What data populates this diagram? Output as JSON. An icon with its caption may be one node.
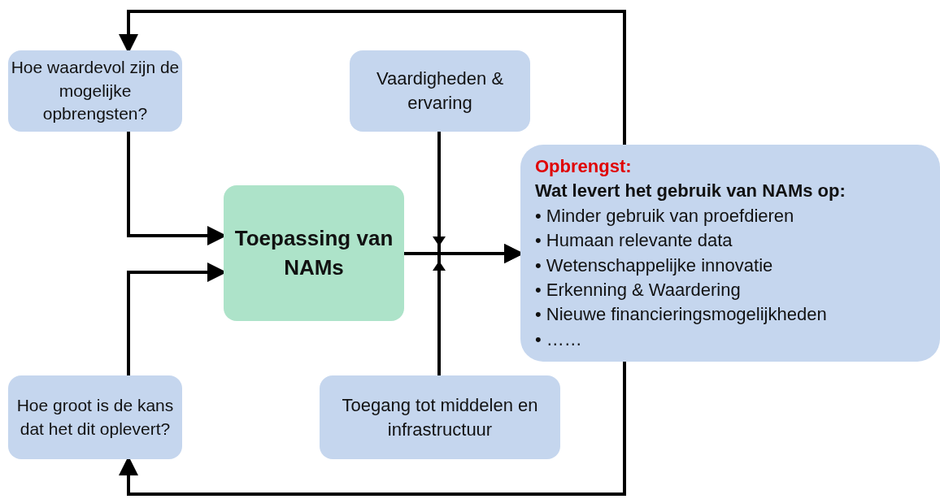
{
  "diagram": {
    "nodes": [
      {
        "text": [
          "Hoe waardevol zijn de mogelijke opbrengsten?"
        ]
      },
      {
        "text": [
          "Vaardigheden & ervaring"
        ]
      },
      {
        "text": [
          "Toepassing van NAMs"
        ]
      },
      {
        "text": [
          "Opbrengst:",
          "Wat levert het gebruik van NAMs op:",
          "• Minder gebruik van proefdieren",
          "• Humaan relevante data",
          "• Wetenschappelijke innovatie",
          "• Erkenning & Waardering",
          "• Nieuwe financieringsmogelijkheden",
          "• ……"
        ]
      },
      {
        "text": [
          "Hoe groot is de kans dat het dit oplevert?"
        ]
      },
      {
        "text": [
          "Toegang tot middelen en infrastructuur"
        ]
      }
    ],
    "edges": [
      {
        "from": 0,
        "to": 2,
        "arrow": "to"
      },
      {
        "from": 4,
        "to": 2,
        "arrow": "to"
      },
      {
        "from": 2,
        "to": 3,
        "arrow": "to"
      },
      {
        "from": 1,
        "to": 3,
        "arrow": "to"
      },
      {
        "from": 5,
        "to": 3,
        "arrow": "to"
      },
      {
        "from": 3,
        "to": 0,
        "arrow": "to"
      },
      {
        "from": 3,
        "to": 4,
        "arrow": "to"
      }
    ]
  }
}
